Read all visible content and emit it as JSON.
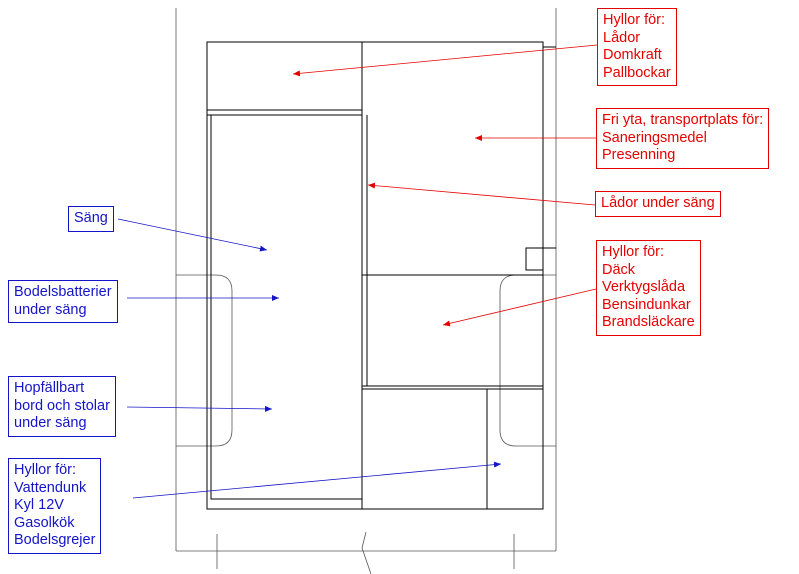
{
  "labels": {
    "hyllor_top": [
      "Hyllor för:",
      "Lådor",
      "Domkraft",
      "Pallbockar"
    ],
    "fri_yta": [
      "Fri yta, transportplats för:",
      "Saneringsmedel",
      "Presenning"
    ],
    "lador_under_sang": [
      "Lådor under säng"
    ],
    "hyllor_right": [
      "Hyllor för:",
      "Däck",
      "Verktygslåda",
      "Bensindunkar",
      "Brandsläckare"
    ],
    "sang": [
      "Säng"
    ],
    "bodelsbatterier": [
      "Bodelsbatterier",
      "under säng"
    ],
    "hopfallbart": [
      "Hopfällbart",
      "bord och stolar",
      "under säng"
    ],
    "hyllor_left": [
      "Hyllor för:",
      "Vattendunk",
      "Kyl 12V",
      "Gasolkök",
      "Bodelsgrejer"
    ]
  },
  "colors": {
    "annotation_red": "#e60000",
    "annotation_blue": "#1414c8",
    "drawing": "#000000"
  }
}
